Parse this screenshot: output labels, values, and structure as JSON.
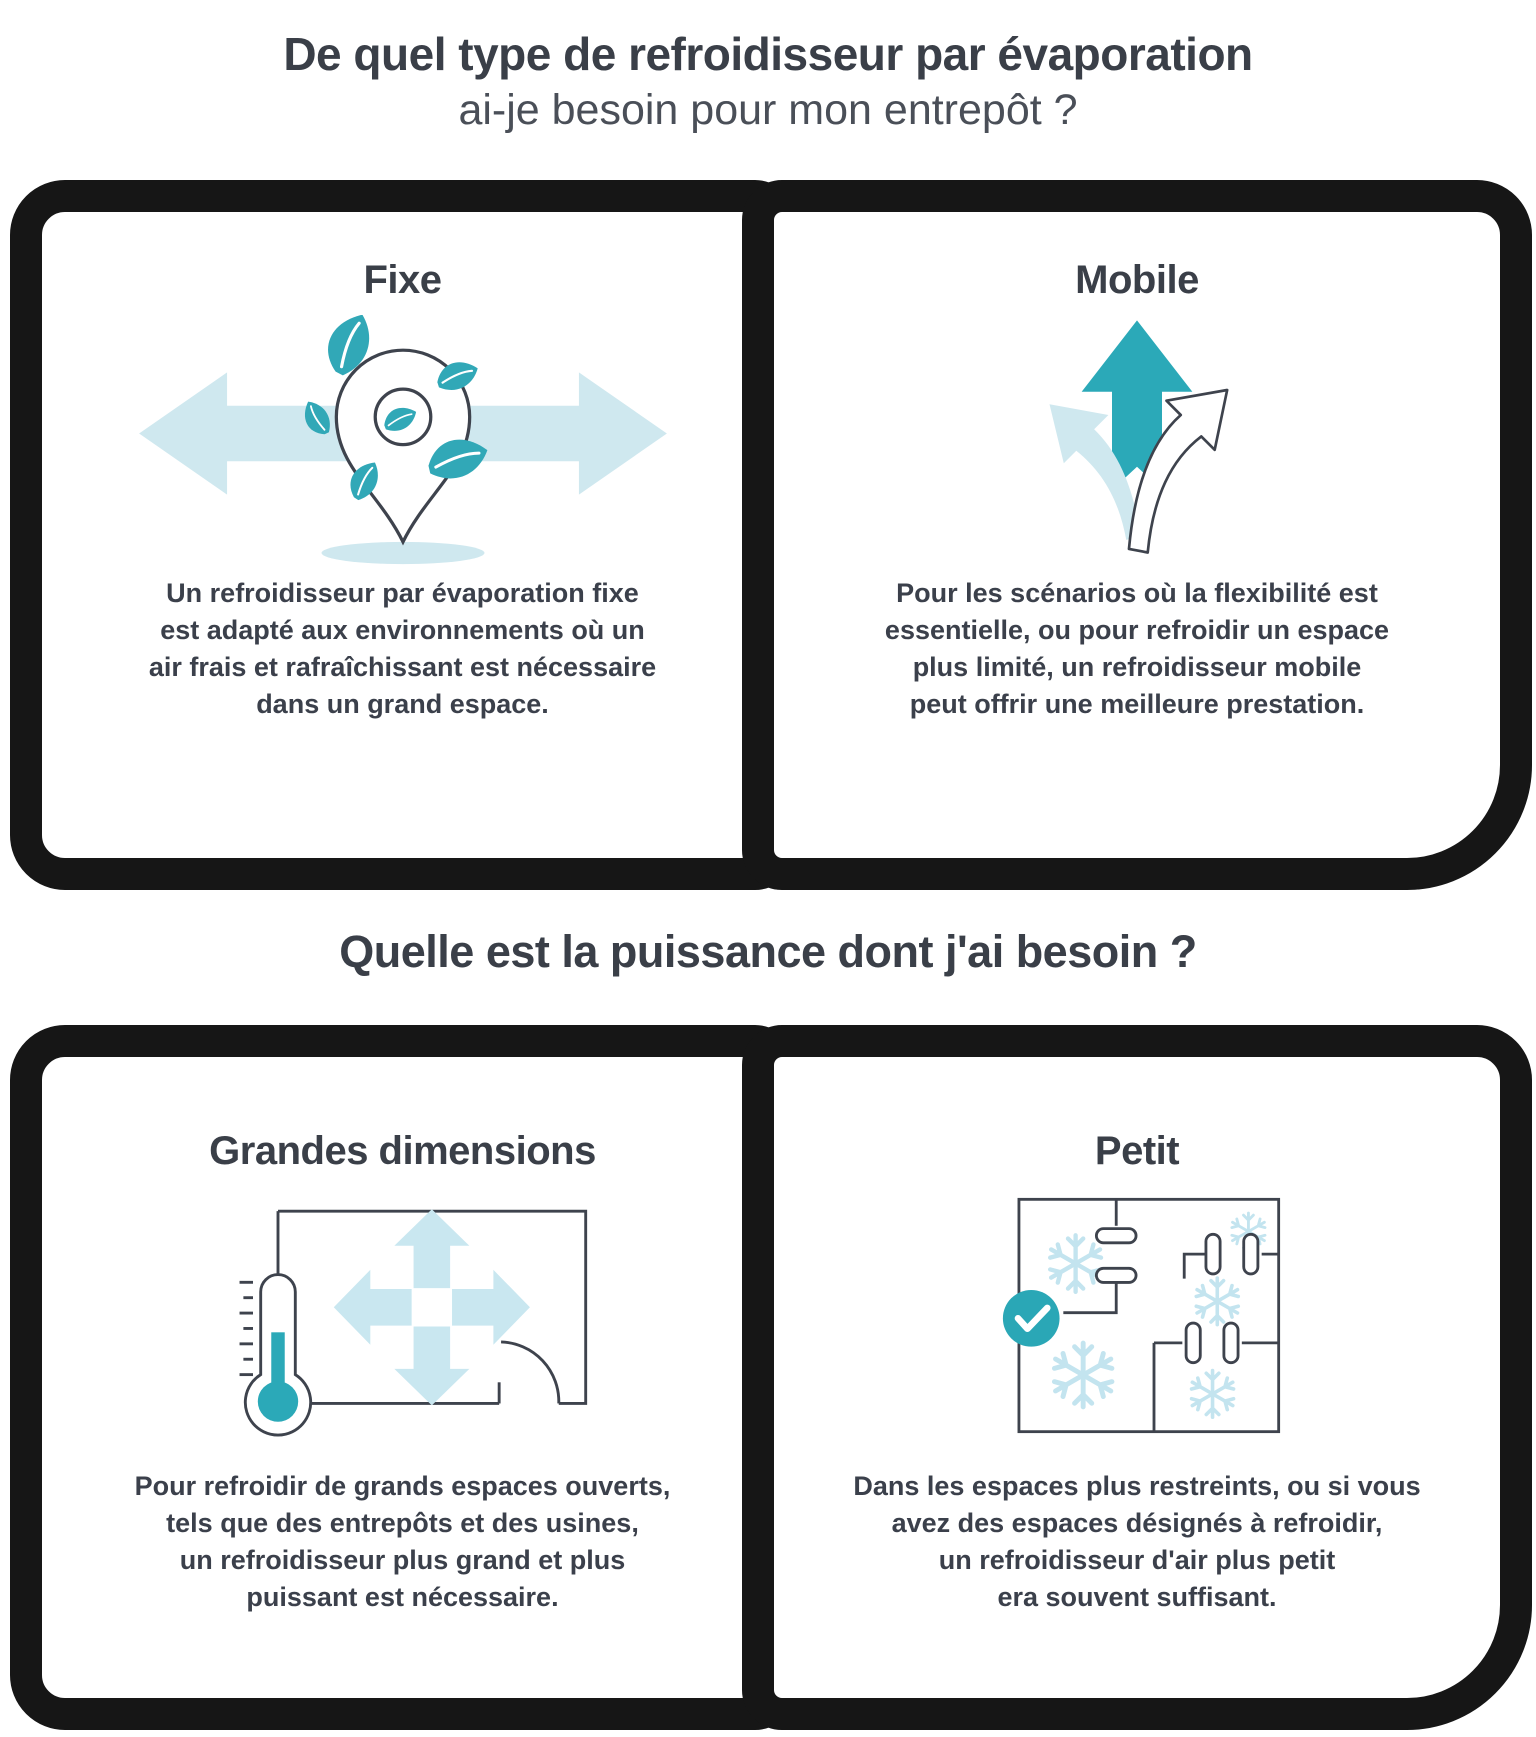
{
  "titles": {
    "main": "De quel type de refroidisseur par évaporation",
    "main_sub": "ai-je besoin pour mon entrepôt ?",
    "power": "Quelle est la puissance dont j'ai besoin ?"
  },
  "cards": [
    {
      "title": "Fixe",
      "icon": "map-pin-leaves-arrows-icon",
      "body_lines": [
        "Un refroidisseur par évaporation fixe",
        "est adapté aux environnements où un",
        "air frais et rafraîchissant est nécessaire",
        "dans un grand espace."
      ]
    },
    {
      "title": "Mobile",
      "icon": "three-way-branching-arrows-icon",
      "body_lines": [
        "Pour les scénarios où la flexibilité est",
        "essentielle, ou pour refroidir un espace",
        "plus limité, un refroidisseur mobile",
        "peut offrir une meilleure prestation."
      ]
    },
    {
      "title": "Grandes dimensions",
      "icon": "large-room-expand-arrows-thermometer-icon",
      "body_lines": [
        "Pour refroidir de grands espaces ouverts,",
        "tels que des entrepôts et des usines,",
        "un refroidisseur plus grand et plus",
        "puissant est nécessaire."
      ]
    },
    {
      "title": "Petit",
      "icon": "small-floorplan-snowflakes-check-icon",
      "body_lines": [
        "Dans les espaces plus restreints, ou si vous",
        "avez des espaces désignés à refroidir,",
        "un refroidisseur d'air plus petit",
        "era souvent suffisant."
      ]
    }
  ],
  "colors": {
    "teal": "#31a8b7",
    "light_blue": "#cfe8ef",
    "snowflake_blue": "#c3e4ef",
    "outline_gray": "#3e434d",
    "text_dark": "#3b404b",
    "card_border": "#161616"
  }
}
